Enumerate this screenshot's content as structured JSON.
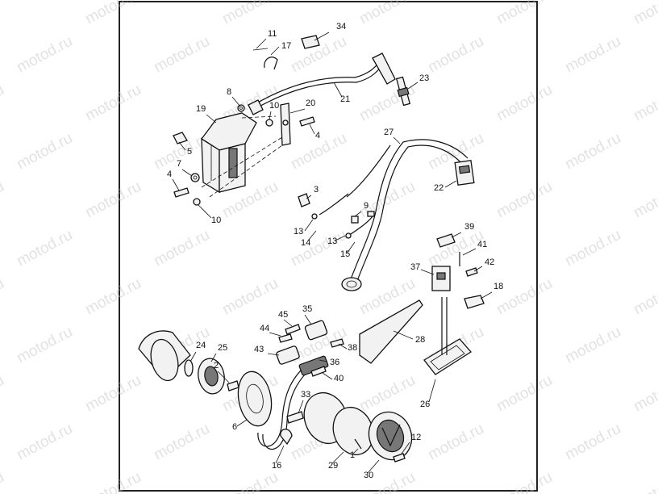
{
  "watermark": "motod.ru",
  "colors": {
    "line": "#111111",
    "watermark": "#bfbfbf",
    "frame": "#222222"
  },
  "callouts": [
    "1",
    "2",
    "3",
    "4",
    "5",
    "6",
    "7",
    "8",
    "9",
    "10",
    "11",
    "12",
    "13",
    "14",
    "15",
    "16",
    "17",
    "18",
    "19",
    "20",
    "21",
    "22",
    "23",
    "24",
    "25",
    "26",
    "27",
    "28",
    "29",
    "30",
    "33",
    "34",
    "35",
    "36",
    "37",
    "38",
    "39",
    "40",
    "41",
    "42",
    "43",
    "44",
    "45"
  ]
}
